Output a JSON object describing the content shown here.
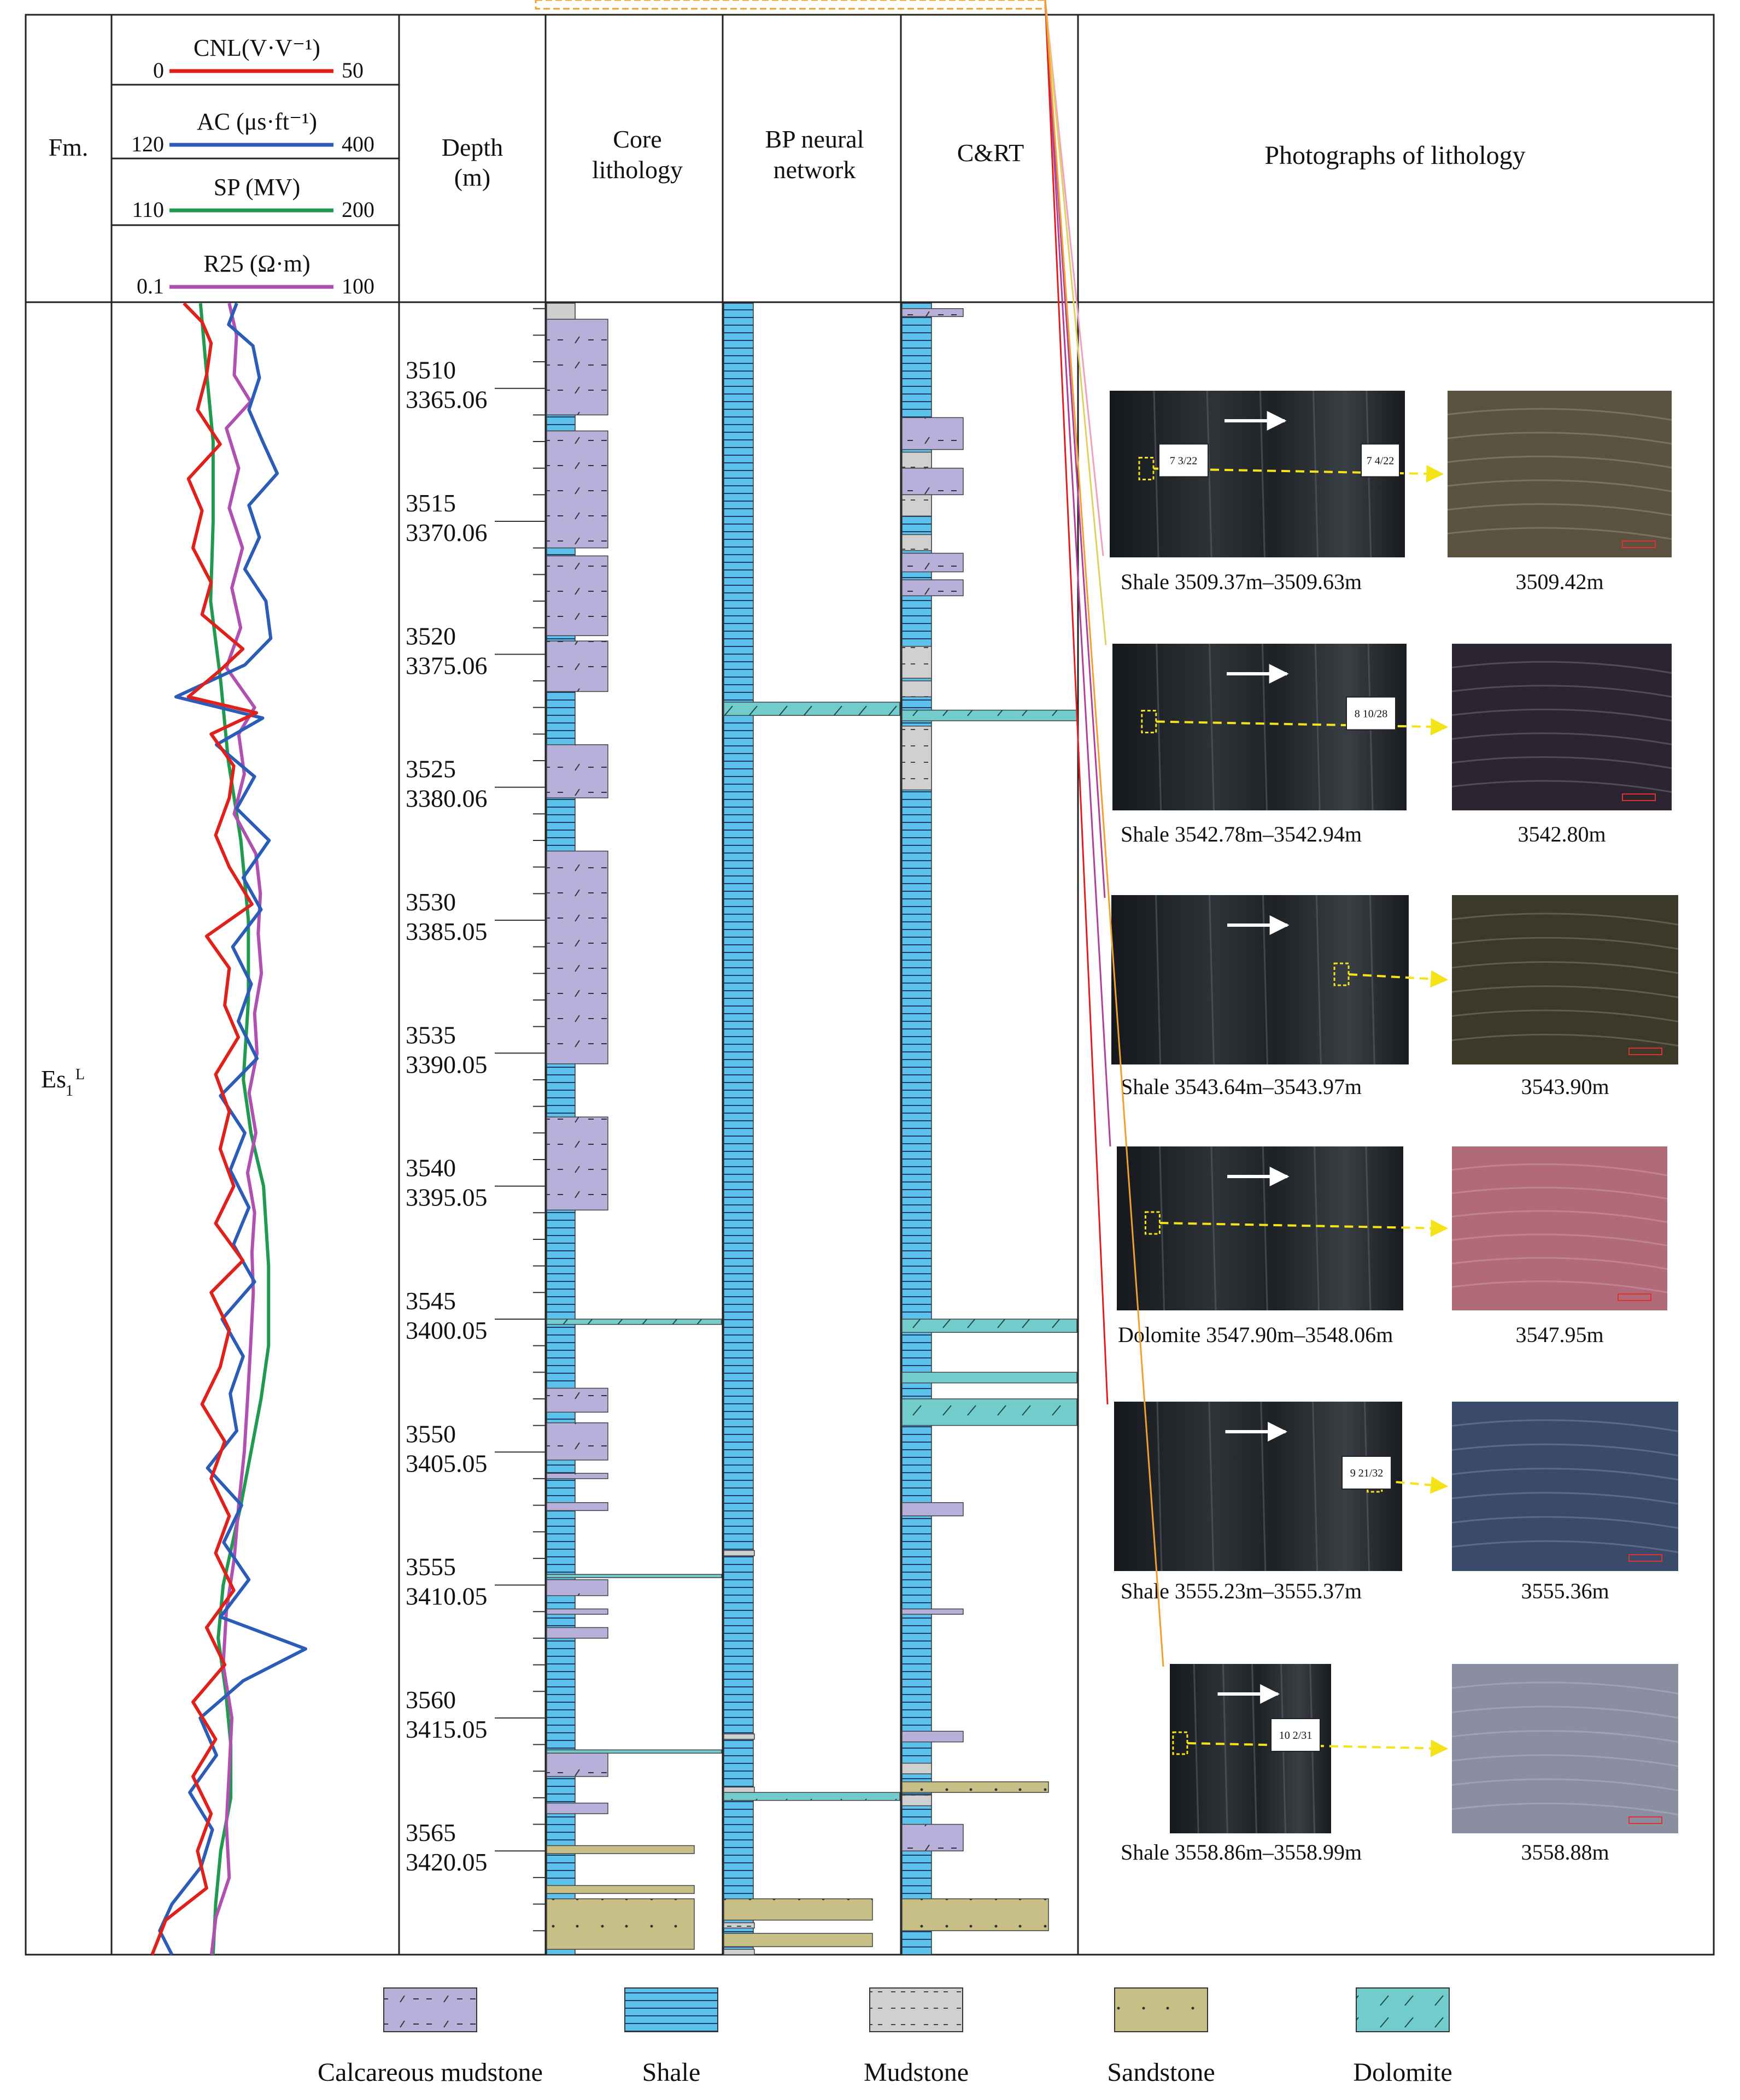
{
  "header": {
    "fm": "Fm.",
    "logs": [
      {
        "name": "CNL(V·V⁻¹)",
        "min": "0",
        "max": "50",
        "color": "#e0201b"
      },
      {
        "name": "AC (μs·ft⁻¹)",
        "min": "120",
        "max": "400",
        "color": "#2b5cb8"
      },
      {
        "name": "SP (MV)",
        "min": "110",
        "max": "200",
        "color": "#1f9a4f"
      },
      {
        "name": "R25 (Ω·m)",
        "min": "0.1",
        "max": "100",
        "color": "#b050b0"
      }
    ],
    "depth": [
      "Depth",
      "(m)"
    ],
    "core": [
      "Core",
      "lithology"
    ],
    "bp": [
      "BP neural",
      "network"
    ],
    "crt": "C&RT",
    "photos": "Photographs of lithology"
  },
  "formation": {
    "main": "Es",
    "sub": "1",
    "sup": "L"
  },
  "depth_labels": [
    {
      "md": "3510",
      "tvd": "3365.06"
    },
    {
      "md": "3515",
      "tvd": "3370.06"
    },
    {
      "md": "3520",
      "tvd": "3375.06"
    },
    {
      "md": "3525",
      "tvd": "3380.06"
    },
    {
      "md": "3530",
      "tvd": "3385.05"
    },
    {
      "md": "3535",
      "tvd": "3390.05"
    },
    {
      "md": "3540",
      "tvd": "3395.05"
    },
    {
      "md": "3545",
      "tvd": "3400.05"
    },
    {
      "md": "3550",
      "tvd": "3405.05"
    },
    {
      "md": "3555",
      "tvd": "3410.05"
    },
    {
      "md": "3560",
      "tvd": "3415.05"
    },
    {
      "md": "3565",
      "tvd": "3420.05"
    }
  ],
  "photos": [
    {
      "core_caption": "Shale 3509.37m–3509.63m",
      "thin_caption": "3509.42m",
      "tag1": "7 3/22",
      "tag2": "7 4/22",
      "thin_color": "#5b5340",
      "link_color": "#f0a0c0"
    },
    {
      "core_caption": "Shale 3542.78m–3542.94m",
      "thin_caption": "3542.80m",
      "tag1": "8 10/28",
      "tag2": "",
      "thin_color": "#2a2530",
      "link_color": "#e0d060"
    },
    {
      "core_caption": "Shale 3543.64m–3543.97m",
      "thin_caption": "3543.90m",
      "tag1": "",
      "tag2": "",
      "thin_color": "#3b3a28",
      "link_color": "#b0409a"
    },
    {
      "core_caption": "Dolomite 3547.90m–3548.06m",
      "thin_caption": "3547.95m",
      "tag1": "",
      "tag2": "",
      "thin_color": "#b06a78",
      "link_color": "#b0409a"
    },
    {
      "core_caption": "Shale 3555.23m–3555.37m",
      "thin_caption": "3555.36m",
      "tag1": "9 21/32",
      "tag2": "",
      "thin_color": "#3a4a6a",
      "link_color": "#e02020"
    },
    {
      "core_caption": "Shale 3558.86m–3558.99m",
      "thin_caption": "3558.88m",
      "tag1": "10 2/31",
      "tag2": "",
      "thin_color": "#8a8ea0",
      "link_color": "#f0a030"
    }
  ],
  "legend": [
    {
      "name": "Calcareous mudstone",
      "color": "#b6b0da",
      "pattern": "calc"
    },
    {
      "name": "Shale",
      "color": "#5cc2ec",
      "pattern": "shale"
    },
    {
      "name": "Mudstone",
      "color": "#d0d0d0",
      "pattern": "mud"
    },
    {
      "name": "Sandstone",
      "color": "#c8bf86",
      "pattern": "sand"
    },
    {
      "name": "Dolomite",
      "color": "#72cccc",
      "pattern": "dolo"
    }
  ],
  "columns": {
    "core": [
      {
        "lith": "calc",
        "top": 3507.4,
        "base": 3511.0
      },
      {
        "lith": "shale",
        "top": 3511.0,
        "base": 3511.6
      },
      {
        "lith": "calc",
        "top": 3511.6,
        "base": 3516.0
      },
      {
        "lith": "shale",
        "top": 3516.0,
        "base": 3516.3
      },
      {
        "lith": "calc",
        "top": 3516.3,
        "base": 3519.3
      },
      {
        "lith": "calc",
        "top": 3519.5,
        "base": 3521.4
      },
      {
        "lith": "calc",
        "top": 3523.4,
        "base": 3525.4
      },
      {
        "lith": "calc",
        "top": 3527.4,
        "base": 3535.4
      },
      {
        "lith": "calc",
        "top": 3537.4,
        "base": 3540.9
      },
      {
        "lith": "dolo",
        "top": 3545.0,
        "base": 3545.2
      },
      {
        "lith": "calc",
        "top": 3547.6,
        "base": 3548.5
      },
      {
        "lith": "calc",
        "top": 3548.9,
        "base": 3550.3
      },
      {
        "lith": "calc",
        "top": 3550.8,
        "base": 3551.0
      },
      {
        "lith": "calc",
        "top": 3551.9,
        "base": 3552.2
      },
      {
        "lith": "dolo",
        "top": 3554.6,
        "base": 3554.7
      },
      {
        "lith": "calc",
        "top": 3554.8,
        "base": 3555.4
      },
      {
        "lith": "calc",
        "top": 3555.9,
        "base": 3556.1
      },
      {
        "lith": "calc",
        "top": 3556.6,
        "base": 3557.0
      },
      {
        "lith": "calc",
        "top": 3561.2,
        "base": 3562.2
      },
      {
        "lith": "dolo",
        "top": 3561.2,
        "base": 3561.3
      },
      {
        "lith": "calc",
        "top": 3563.2,
        "base": 3563.6
      },
      {
        "lith": "sand",
        "top": 3564.8,
        "base": 3565.1
      },
      {
        "lith": "sand",
        "top": 3566.3,
        "base": 3566.6
      },
      {
        "lith": "sand",
        "top": 3566.8,
        "base": 3568.7
      }
    ],
    "bp": [
      {
        "lith": "dolo",
        "top": 3521.8,
        "base": 3522.3
      },
      {
        "lith": "mud",
        "top": 3553.7,
        "base": 3553.9
      },
      {
        "lith": "mud",
        "top": 3560.6,
        "base": 3560.8
      },
      {
        "lith": "dolo",
        "top": 3562.8,
        "base": 3563.1
      },
      {
        "lith": "mud",
        "top": 3562.6,
        "base": 3562.8
      },
      {
        "lith": "sand",
        "top": 3566.8,
        "base": 3567.6
      },
      {
        "lith": "mud",
        "top": 3567.7,
        "base": 3567.9
      },
      {
        "lith": "sand",
        "top": 3568.1,
        "base": 3568.6
      },
      {
        "lith": "mud",
        "top": 3568.7,
        "base": 3568.9
      }
    ],
    "crt": [
      {
        "lith": "calc",
        "top": 3507.0,
        "base": 3507.3
      },
      {
        "lith": "calc",
        "top": 3511.1,
        "base": 3512.3
      },
      {
        "lith": "mud",
        "top": 3512.4,
        "base": 3513.0
      },
      {
        "lith": "calc",
        "top": 3513.0,
        "base": 3514.0
      },
      {
        "lith": "mud",
        "top": 3514.0,
        "base": 3514.8
      },
      {
        "lith": "mud",
        "top": 3515.5,
        "base": 3516.1
      },
      {
        "lith": "calc",
        "top": 3516.2,
        "base": 3516.9
      },
      {
        "lith": "calc",
        "top": 3517.2,
        "base": 3517.8
      },
      {
        "lith": "mud",
        "top": 3519.7,
        "base": 3520.9
      },
      {
        "lith": "mud",
        "top": 3521.0,
        "base": 3521.6
      },
      {
        "lith": "dolo",
        "top": 3522.1,
        "base": 3522.5
      },
      {
        "lith": "mud",
        "top": 3522.7,
        "base": 3525.1
      },
      {
        "lith": "dolo",
        "top": 3545.0,
        "base": 3545.5
      },
      {
        "lith": "dolo",
        "top": 3547.0,
        "base": 3547.4
      },
      {
        "lith": "dolo",
        "top": 3548.0,
        "base": 3549.0
      },
      {
        "lith": "calc",
        "top": 3551.9,
        "base": 3552.4
      },
      {
        "lith": "calc",
        "top": 3555.9,
        "base": 3556.1
      },
      {
        "lith": "calc",
        "top": 3560.5,
        "base": 3560.9
      },
      {
        "lith": "mud",
        "top": 3561.7,
        "base": 3562.1
      },
      {
        "lith": "sand",
        "top": 3562.4,
        "base": 3562.8
      },
      {
        "lith": "mud",
        "top": 3562.9,
        "base": 3563.3
      },
      {
        "lith": "calc",
        "top": 3564.0,
        "base": 3565.0
      },
      {
        "lith": "sand",
        "top": 3566.8,
        "base": 3568.0
      }
    ]
  },
  "log_curves": {
    "depth_range": [
      3506.8,
      3568.9
    ],
    "cnl": [
      [
        3506.8,
        8
      ],
      [
        3507.5,
        12
      ],
      [
        3508.3,
        14
      ],
      [
        3509.5,
        13
      ],
      [
        3510.8,
        11
      ],
      [
        3512.1,
        16
      ],
      [
        3513.4,
        9
      ],
      [
        3514.6,
        12
      ],
      [
        3516,
        10
      ],
      [
        3517.3,
        14
      ],
      [
        3518.5,
        12
      ],
      [
        3519.8,
        21
      ],
      [
        3520.6,
        16
      ],
      [
        3521.6,
        9
      ],
      [
        3522.2,
        24
      ],
      [
        3523.0,
        14
      ],
      [
        3524.2,
        19
      ],
      [
        3525.4,
        18
      ],
      [
        3526.8,
        15
      ],
      [
        3528.0,
        18
      ],
      [
        3529.4,
        23
      ],
      [
        3530.6,
        13
      ],
      [
        3531.8,
        18
      ],
      [
        3533.2,
        17
      ],
      [
        3534.4,
        20
      ],
      [
        3535.8,
        15
      ],
      [
        3537.2,
        18
      ],
      [
        3538.6,
        16
      ],
      [
        3540,
        19
      ],
      [
        3541.4,
        15
      ],
      [
        3542.8,
        21
      ],
      [
        3544.0,
        14
      ],
      [
        3545.4,
        18
      ],
      [
        3546.8,
        16
      ],
      [
        3548.2,
        12
      ],
      [
        3549.6,
        17
      ],
      [
        3551.0,
        14
      ],
      [
        3552.4,
        18
      ],
      [
        3553.8,
        15
      ],
      [
        3555.2,
        19
      ],
      [
        3556.6,
        13
      ],
      [
        3558.0,
        17
      ],
      [
        3559.4,
        10
      ],
      [
        3560.8,
        15
      ],
      [
        3562.2,
        10
      ],
      [
        3563.6,
        14
      ],
      [
        3565.0,
        11
      ],
      [
        3566.4,
        13
      ],
      [
        3567.6,
        4
      ],
      [
        3568.9,
        1
      ]
    ],
    "ac": [
      [
        3506.8,
        230
      ],
      [
        3507.6,
        220
      ],
      [
        3508.4,
        250
      ],
      [
        3509.6,
        258
      ],
      [
        3510.8,
        245
      ],
      [
        3512.0,
        262
      ],
      [
        3513.2,
        280
      ],
      [
        3514.4,
        245
      ],
      [
        3515.6,
        258
      ],
      [
        3516.8,
        240
      ],
      [
        3518.0,
        266
      ],
      [
        3519.4,
        272
      ],
      [
        3520.4,
        240
      ],
      [
        3521.6,
        155
      ],
      [
        3522.4,
        262
      ],
      [
        3523.4,
        205
      ],
      [
        3524.6,
        252
      ],
      [
        3525.8,
        230
      ],
      [
        3527.0,
        270
      ],
      [
        3528.4,
        238
      ],
      [
        3529.6,
        260
      ],
      [
        3531.0,
        225
      ],
      [
        3532.4,
        248
      ],
      [
        3533.8,
        232
      ],
      [
        3535.2,
        255
      ],
      [
        3536.6,
        210
      ],
      [
        3538.0,
        240
      ],
      [
        3539.4,
        222
      ],
      [
        3540.8,
        245
      ],
      [
        3542.2,
        226
      ],
      [
        3543.6,
        252
      ],
      [
        3545.0,
        212
      ],
      [
        3546.4,
        238
      ],
      [
        3547.8,
        222
      ],
      [
        3549.2,
        230
      ],
      [
        3550.6,
        194
      ],
      [
        3552.0,
        236
      ],
      [
        3553.4,
        214
      ],
      [
        3554.8,
        245
      ],
      [
        3556.2,
        210
      ],
      [
        3557.4,
        315
      ],
      [
        3558.6,
        238
      ],
      [
        3560.0,
        185
      ],
      [
        3561.4,
        205
      ],
      [
        3562.8,
        172
      ],
      [
        3564.2,
        200
      ],
      [
        3565.6,
        186
      ],
      [
        3567.0,
        150
      ],
      [
        3568.0,
        135
      ],
      [
        3568.9,
        150
      ]
    ],
    "sp": [
      [
        3506.8,
        131
      ],
      [
        3509,
        133
      ],
      [
        3512,
        136
      ],
      [
        3515,
        136
      ],
      [
        3518,
        135
      ],
      [
        3521,
        139
      ],
      [
        3524,
        142
      ],
      [
        3527,
        147
      ],
      [
        3530,
        150
      ],
      [
        3533,
        150
      ],
      [
        3536,
        148
      ],
      [
        3538,
        151
      ],
      [
        3540,
        156
      ],
      [
        3543,
        158
      ],
      [
        3546,
        158
      ],
      [
        3548,
        155
      ],
      [
        3550,
        151
      ],
      [
        3552,
        147
      ],
      [
        3555,
        140
      ],
      [
        3557,
        138
      ],
      [
        3559,
        141
      ],
      [
        3561,
        143
      ],
      [
        3563,
        143
      ],
      [
        3565,
        139
      ],
      [
        3567,
        137
      ],
      [
        3568.9,
        136
      ]
    ],
    "r25": [
      [
        3506.8,
        1.2
      ],
      [
        3508,
        1.5
      ],
      [
        3509.5,
        1.4
      ],
      [
        3510.5,
        2.3
      ],
      [
        3511.5,
        1.1
      ],
      [
        3513,
        1.6
      ],
      [
        3514.5,
        1.2
      ],
      [
        3516,
        1.8
      ],
      [
        3517.5,
        1.3
      ],
      [
        3519,
        1.7
      ],
      [
        3520.5,
        1.1
      ],
      [
        3522.0,
        2.6
      ],
      [
        3523,
        1.6
      ],
      [
        3524.5,
        1.9
      ],
      [
        3526,
        1.4
      ],
      [
        3527.5,
        2.7
      ],
      [
        3529,
        3.1
      ],
      [
        3530.5,
        2.9
      ],
      [
        3532,
        3.2
      ],
      [
        3533.5,
        2.6
      ],
      [
        3535,
        2.8
      ],
      [
        3536.5,
        2.2
      ],
      [
        3538,
        2.7
      ],
      [
        3539.5,
        2.1
      ],
      [
        3541,
        2.6
      ],
      [
        3542.5,
        2.4
      ],
      [
        3544,
        2.5
      ],
      [
        3546,
        2.3
      ],
      [
        3548,
        2.1
      ],
      [
        3550,
        1.9
      ],
      [
        3552,
        1.6
      ],
      [
        3554,
        1.4
      ],
      [
        3556,
        1.1
      ],
      [
        3558,
        1.0
      ],
      [
        3560,
        1.3
      ],
      [
        3562,
        1.2
      ],
      [
        3564,
        1.1
      ],
      [
        3566,
        1.2
      ],
      [
        3567.5,
        0.8
      ],
      [
        3568.9,
        0.7
      ]
    ]
  }
}
